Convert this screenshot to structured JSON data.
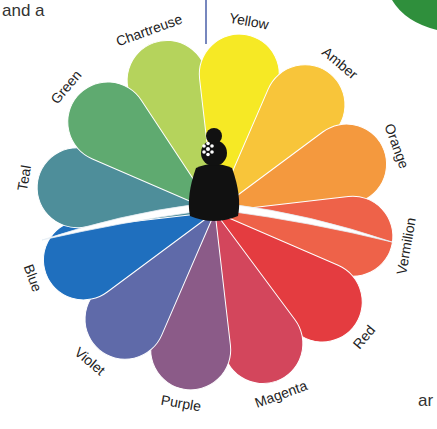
{
  "diagram": {
    "labels": [
      "and a",
      "Chartreuse",
      "Yellow",
      "Amber",
      "Orange",
      "Vermilion",
      "Red",
      "Magenta",
      "Purple",
      "Violet",
      "Blue",
      "Teal",
      "Green",
      "ar"
    ]
  }
}
